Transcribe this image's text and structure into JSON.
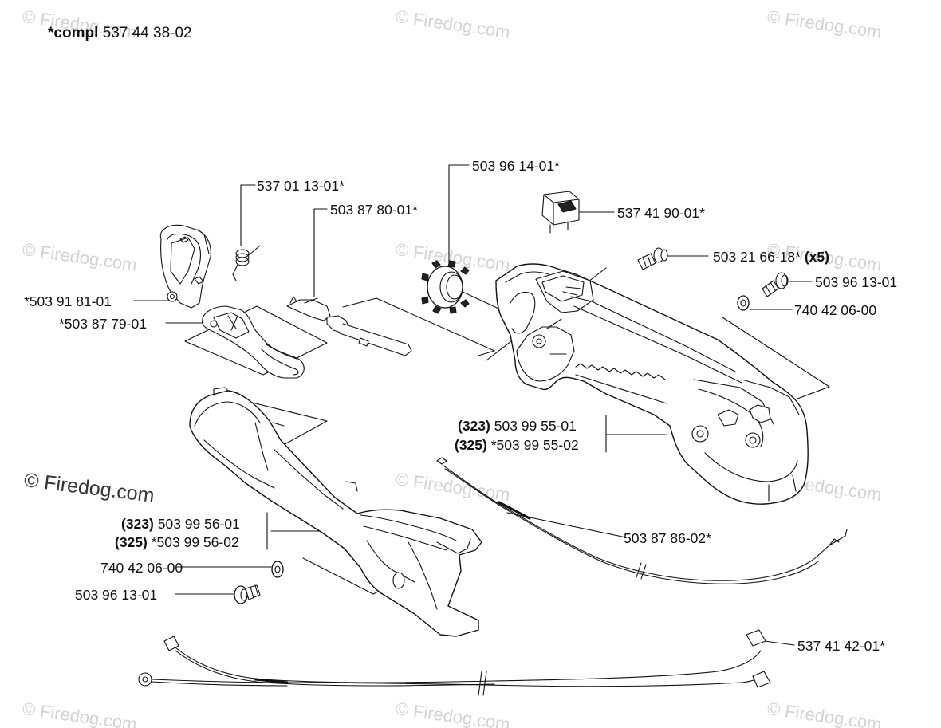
{
  "assembly": {
    "prefix": "*compl",
    "number": "537 44 38-02"
  },
  "watermark": {
    "text": "© Firedog.com"
  },
  "parts": {
    "p1": {
      "code": "537 01 13-01*"
    },
    "p2": {
      "code": "503 87 80-01*"
    },
    "p3": {
      "code": "503 96 14-01*"
    },
    "p4": {
      "code": "537 41 90-01*"
    },
    "p5": {
      "code": "503 21 66-18*",
      "qty": "(x5)"
    },
    "p6": {
      "code": "503 96 13-01"
    },
    "p7": {
      "code": "740 42 06-00"
    },
    "p8": {
      "code": "*503 91 81-01"
    },
    "p9": {
      "code": "*503 87 79-01"
    },
    "p10": {
      "ref_a": "(323)",
      "code_a": "503 99 55-01",
      "ref_b": "(325)",
      "code_b": "*503 99 55-02"
    },
    "p11": {
      "code": "503 87 86-02*"
    },
    "p12": {
      "ref_a": "(323)",
      "code_a": "503 99 56-01",
      "ref_b": "(325)",
      "code_b": "*503 99 56-02"
    },
    "p13": {
      "code": "740 42 06-00"
    },
    "p14": {
      "code": "503 96 13-01"
    },
    "p15": {
      "code": "537 41 42-01*"
    }
  },
  "colors": {
    "line": "#111111",
    "watermark": "#d3d3d3",
    "background": "#ffffff"
  }
}
